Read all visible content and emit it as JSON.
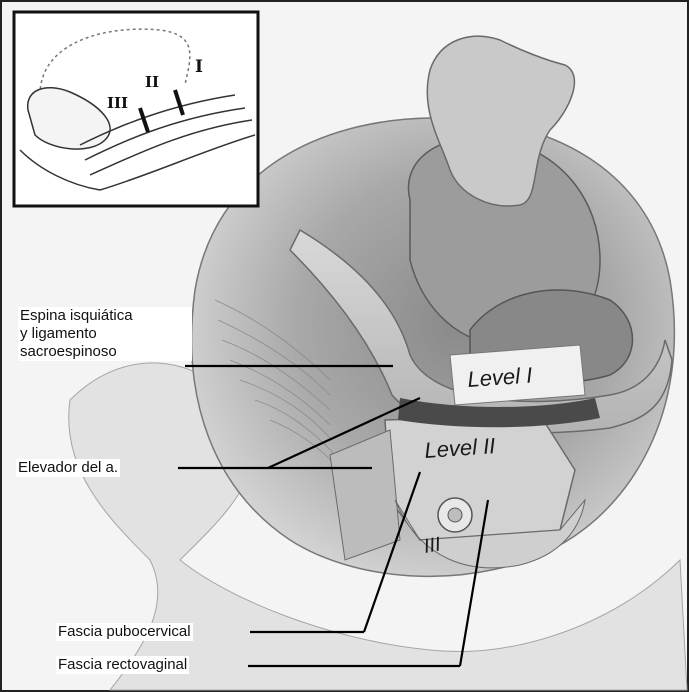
{
  "inset": {
    "markers": [
      "I",
      "II",
      "III"
    ]
  },
  "illustration": {
    "level_labels": [
      "Level I",
      "Level II",
      "III"
    ]
  },
  "annotations": [
    "Espina isquiática\ny ligamento\nsacroespinoso",
    "Elevador del a.",
    "Fascia pubocervical",
    "Fascia rectovaginal"
  ],
  "colors": {
    "frame": "#111111",
    "tissue_light": "#e9e9e9",
    "tissue_mid": "#bdbdbd",
    "tissue_dark": "#6f6f6f",
    "leader_line": "#000000"
  }
}
